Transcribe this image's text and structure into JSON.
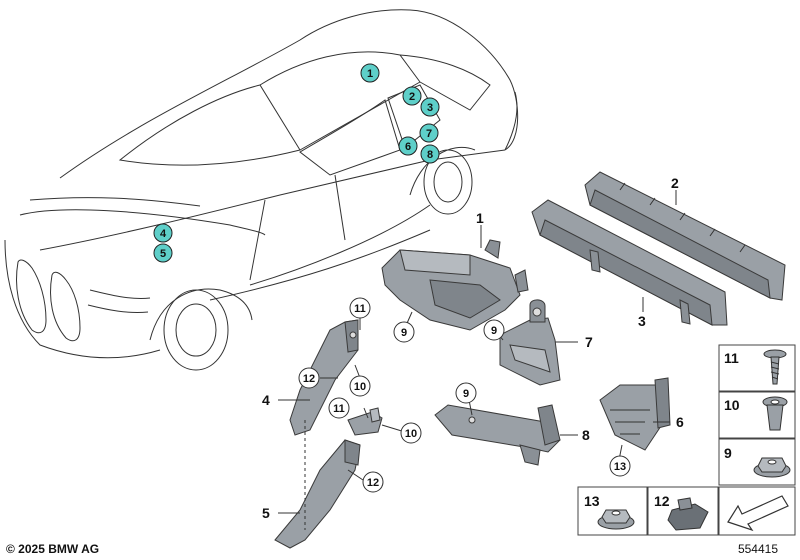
{
  "car_callouts": [
    {
      "label": "1"
    },
    {
      "label": "2"
    },
    {
      "label": "3"
    },
    {
      "label": "7"
    },
    {
      "label": "6"
    },
    {
      "label": "8"
    },
    {
      "label": "4"
    },
    {
      "label": "5"
    }
  ],
  "part_labels": [
    {
      "label": "1"
    },
    {
      "label": "2"
    },
    {
      "label": "3"
    },
    {
      "label": "4"
    },
    {
      "label": "5"
    },
    {
      "label": "6"
    },
    {
      "label": "7"
    },
    {
      "label": "8"
    }
  ],
  "circle_callouts": [
    {
      "label": "11"
    },
    {
      "label": "12"
    },
    {
      "label": "10"
    },
    {
      "label": "11"
    },
    {
      "label": "10"
    },
    {
      "label": "12"
    },
    {
      "label": "9"
    },
    {
      "label": "9"
    },
    {
      "label": "9"
    },
    {
      "label": "13"
    }
  ],
  "legend_boxes": [
    {
      "label": "11",
      "part": "screw"
    },
    {
      "label": "10",
      "part": "expanding-nut"
    },
    {
      "label": "9",
      "part": "hex-nut"
    },
    {
      "label": "13",
      "part": "flange-nut"
    },
    {
      "label": "12",
      "part": "clip"
    }
  ],
  "footer": {
    "copyright": "© 2025 BMW AG",
    "diagram_id": "554415"
  },
  "colors": {
    "callout_fill": "#5ecfc9",
    "part_fill": "#9aa0a6",
    "part_stroke": "#3a3a3a",
    "line": "#333333"
  }
}
